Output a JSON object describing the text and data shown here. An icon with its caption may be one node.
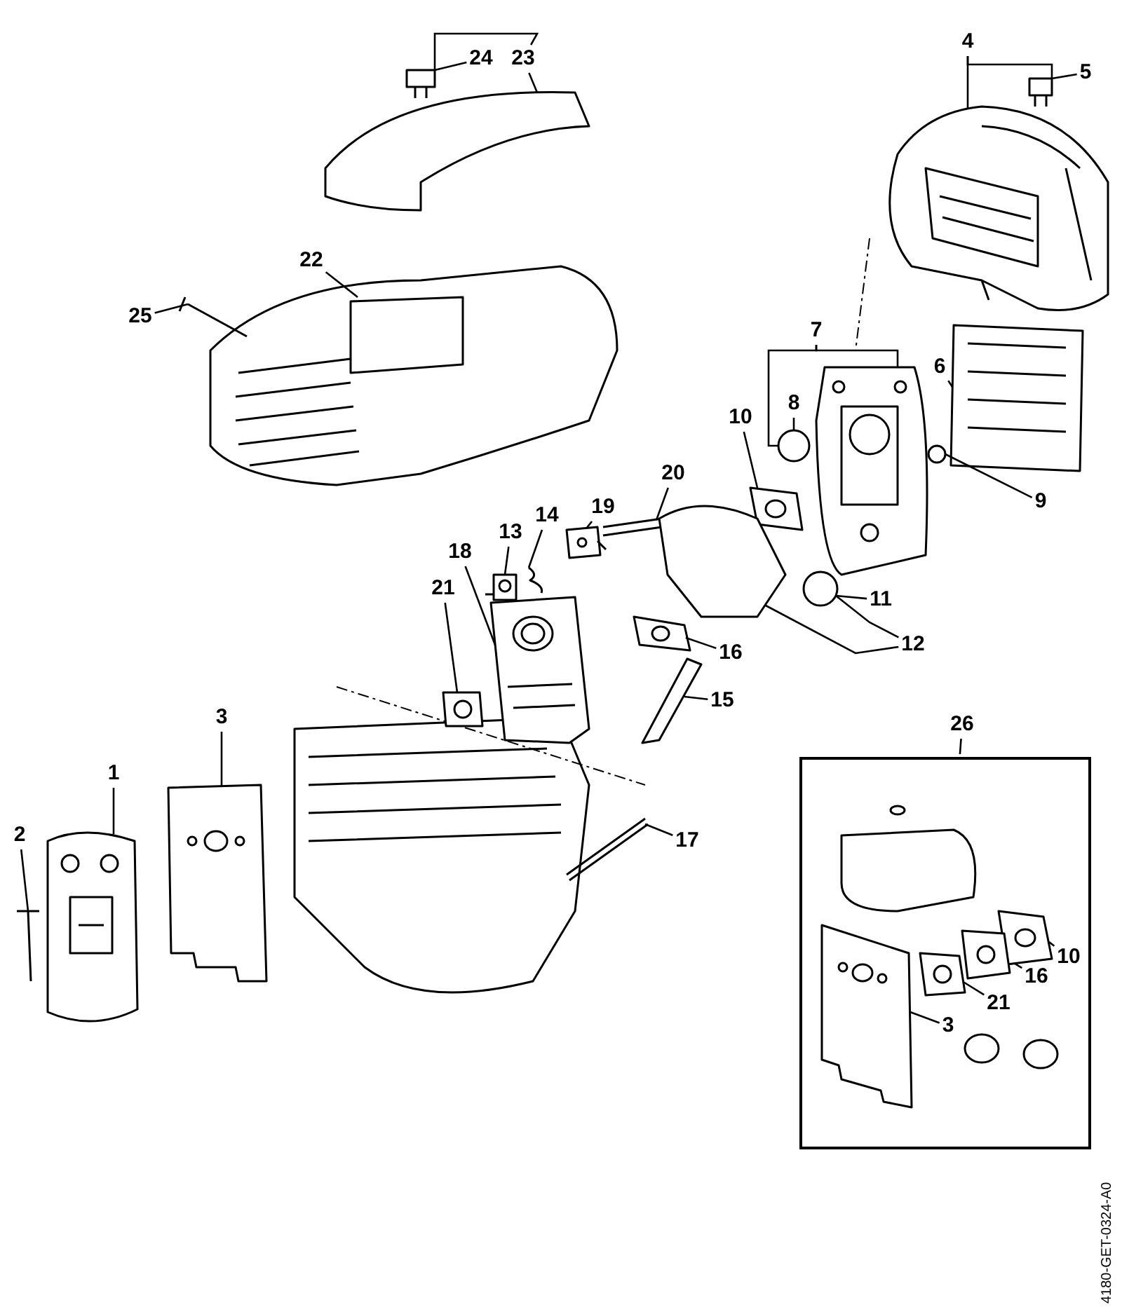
{
  "diagram": {
    "nodes": [
      {
        "text": [
          "24"
        ]
      },
      {
        "text": [
          "23"
        ]
      },
      {
        "text": [
          "4"
        ]
      },
      {
        "text": [
          "5"
        ]
      },
      {
        "text": [
          "22"
        ]
      },
      {
        "text": [
          "25"
        ]
      },
      {
        "text": [
          "7"
        ]
      },
      {
        "text": [
          "6"
        ]
      },
      {
        "text": [
          "8"
        ]
      },
      {
        "text": [
          "10"
        ]
      },
      {
        "text": [
          "9"
        ]
      },
      {
        "text": [
          "20"
        ]
      },
      {
        "text": [
          "19"
        ]
      },
      {
        "text": [
          "14"
        ]
      },
      {
        "text": [
          "13"
        ]
      },
      {
        "text": [
          "18"
        ]
      },
      {
        "text": [
          "21"
        ]
      },
      {
        "text": [
          "11"
        ]
      },
      {
        "text": [
          "16"
        ]
      },
      {
        "text": [
          "12"
        ]
      },
      {
        "text": [
          "15"
        ]
      },
      {
        "text": [
          "3"
        ]
      },
      {
        "text": [
          "26"
        ]
      },
      {
        "text": [
          "1"
        ]
      },
      {
        "text": [],
        "shape": "box"
      },
      {
        "text": [
          "10"
        ],
        "in": 24
      },
      {
        "text": [
          "16"
        ],
        "in": 24
      },
      {
        "text": [
          "21"
        ],
        "in": 24
      },
      {
        "text": [
          "3"
        ],
        "in": 24
      },
      {
        "text": [
          "17"
        ]
      },
      {
        "text": [
          "2"
        ]
      },
      {
        "text": [],
        "shape": "picture"
      },
      {
        "text": [],
        "shape": "picture"
      },
      {
        "text": [],
        "shape": "picture"
      },
      {
        "text": [],
        "shape": "picture"
      },
      {
        "text": [],
        "shape": "picture"
      },
      {
        "text": [],
        "shape": "picture"
      },
      {
        "text": [],
        "shape": "picture"
      },
      {
        "text": [],
        "shape": "picture"
      },
      {
        "text": [],
        "shape": "picture"
      },
      {
        "text": [],
        "shape": "picture"
      },
      {
        "text": [],
        "shape": "picture"
      },
      {
        "text": [],
        "shape": "picture"
      },
      {
        "text": [],
        "shape": "picture"
      },
      {
        "text": [],
        "shape": "picture"
      },
      {
        "text": [],
        "shape": "picture"
      },
      {
        "text": [],
        "shape": "picture"
      },
      {
        "text": [],
        "shape": "picture"
      },
      {
        "text": [],
        "shape": "picture"
      },
      {
        "text": [],
        "shape": "picture"
      },
      {
        "text": [],
        "shape": "picture"
      },
      {
        "text": [],
        "shape": "picture"
      },
      {
        "text": [],
        "shape": "picture"
      },
      {
        "text": [],
        "shape": "picture"
      },
      {
        "text": [],
        "shape": "picture",
        "in": 24
      },
      {
        "text": [],
        "shape": "picture",
        "in": 24
      },
      {
        "text": [],
        "shape": "picture",
        "in": 24
      },
      {
        "text": [],
        "shape": "picture",
        "in": 24
      },
      {
        "text": [],
        "shape": "picture"
      },
      {
        "text": [],
        "shape": "picture"
      }
    ],
    "edges": [
      {
        "from": 0,
        "to": 31,
        "arrow": "none"
      },
      {
        "from": 1,
        "to": 31,
        "arrow": "none"
      },
      {
        "from": 1,
        "to": 32,
        "arrow": "none"
      },
      {
        "from": 2,
        "to": 33,
        "arrow": "none"
      },
      {
        "from": 2,
        "to": 34,
        "arrow": "none"
      },
      {
        "from": 3,
        "to": 34,
        "arrow": "none"
      },
      {
        "from": 4,
        "to": 35,
        "arrow": "none"
      },
      {
        "from": 5,
        "to": 36,
        "arrow": "none"
      },
      {
        "from": 6,
        "to": 39,
        "arrow": "none"
      },
      {
        "from": 6,
        "to": 37,
        "arrow": "none"
      },
      {
        "from": 7,
        "to": 38,
        "arrow": "none"
      },
      {
        "from": 8,
        "to": 39,
        "arrow": "none"
      },
      {
        "from": 9,
        "to": 40,
        "arrow": "none"
      },
      {
        "from": 10,
        "to": 41,
        "arrow": "none"
      },
      {
        "from": 11,
        "to": 42,
        "arrow": "none"
      },
      {
        "from": 12,
        "to": 43,
        "arrow": "none"
      },
      {
        "from": 13,
        "to": 44,
        "arrow": "none"
      },
      {
        "from": 14,
        "to": 45,
        "arrow": "none"
      },
      {
        "from": 15,
        "to": 46,
        "arrow": "none"
      },
      {
        "from": 16,
        "to": 47,
        "arrow": "none"
      },
      {
        "from": 17,
        "to": 48,
        "arrow": "none"
      },
      {
        "from": 19,
        "to": 49,
        "arrow": "none"
      },
      {
        "from": 19,
        "to": 48,
        "arrow": "none"
      },
      {
        "from": 18,
        "to": 50,
        "arrow": "none"
      },
      {
        "from": 20,
        "to": 51,
        "arrow": "none"
      },
      {
        "from": 21,
        "to": 52,
        "arrow": "none"
      },
      {
        "from": 22,
        "to": 24,
        "arrow": "none"
      },
      {
        "from": 23,
        "to": 53,
        "arrow": "none"
      },
      {
        "from": 25,
        "to": 54,
        "arrow": "none"
      },
      {
        "from": 26,
        "to": 55,
        "arrow": "none"
      },
      {
        "from": 27,
        "to": 56,
        "arrow": "none"
      },
      {
        "from": 28,
        "to": 57,
        "arrow": "none"
      },
      {
        "from": 29,
        "to": 58,
        "arrow": "none"
      },
      {
        "from": 30,
        "to": 59,
        "arrow": "none"
      }
    ],
    "labels": [
      "4180-GET-0324-A0"
    ]
  }
}
